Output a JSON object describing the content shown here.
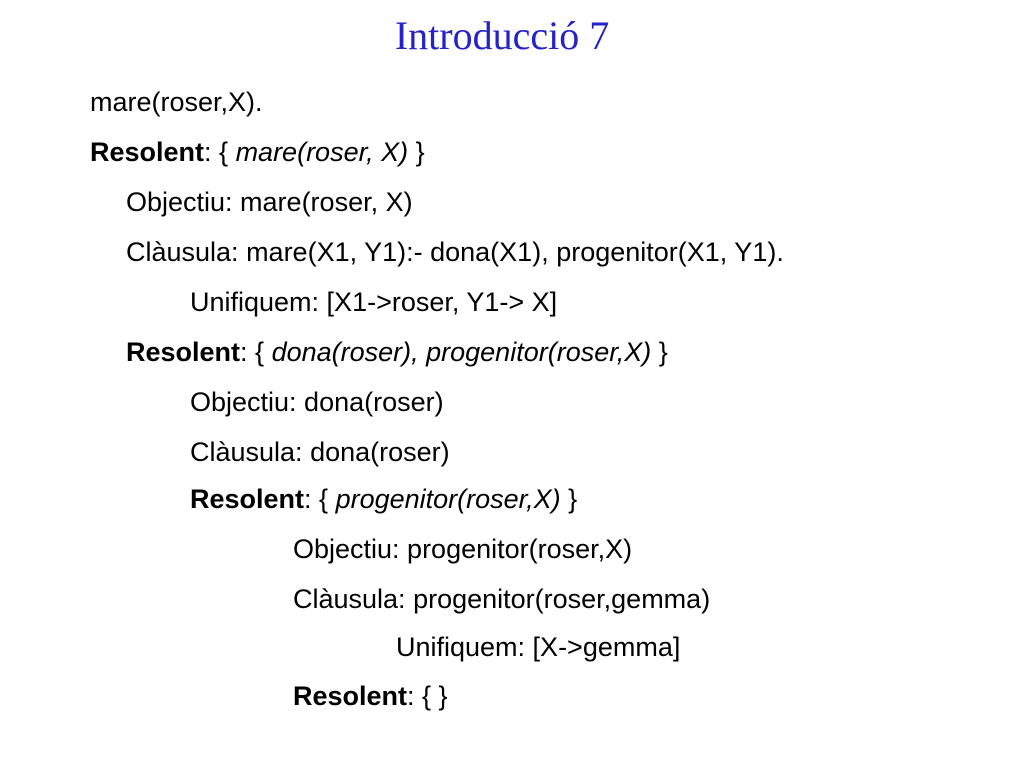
{
  "slide": {
    "title": "Introducció 7",
    "resolent_label": "Resolent",
    "lines": {
      "query": "mare(roser,X).",
      "r1_goal": "mare(roser, X)",
      "obj1": "Objectiu: mare(roser, X)",
      "cl1": "Clàusula: mare(X1, Y1):- dona(X1), progenitor(X1, Y1).",
      "unif1": "Unifiquem: [X1->roser, Y1-> X]",
      "r2_goal": "dona(roser), progenitor(roser,X)",
      "obj2": "Objectiu: dona(roser)",
      "cl2": "Clàusula: dona(roser)",
      "r3_goal": "progenitor(roser,X)",
      "obj3": "Objectiu: progenitor(roser,X)",
      "cl3": "Clàusula: progenitor(roser,gemma)",
      "unif3": "Unifiquem: [X->gemma]"
    }
  }
}
